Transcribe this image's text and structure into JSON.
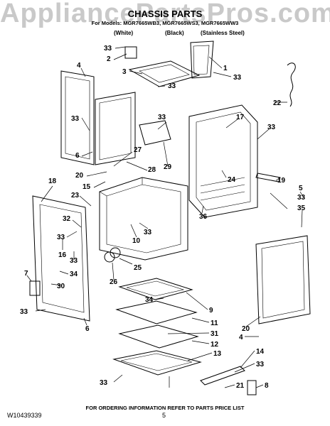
{
  "watermark": "AppliancePartsPros.com",
  "title": "CHASSIS PARTS",
  "models_line": "For Models: MGR7665WB3, MGR7665WS3, MGR7665WW3",
  "finishes": [
    "(White)",
    "(Black)",
    "(Stainless Steel)"
  ],
  "footer_note": "FOR ORDERING INFORMATION REFER TO PARTS PRICE LIST",
  "doc_id": "W10439339",
  "page_number": "5",
  "callouts": [
    "33",
    "2",
    "1",
    "33",
    "4",
    "3",
    "33",
    "33",
    "17",
    "33",
    "22",
    "33",
    "6",
    "27",
    "20",
    "28",
    "29",
    "15",
    "24",
    "19",
    "18",
    "23",
    "5",
    "33",
    "35",
    "32",
    "33",
    "36",
    "16",
    "10",
    "33",
    "33",
    "25",
    "7",
    "34",
    "26",
    "30",
    "33",
    "34",
    "9",
    "6",
    "11",
    "31",
    "20",
    "4",
    "12",
    "13",
    "14",
    "33",
    "33",
    "21",
    "8"
  ]
}
